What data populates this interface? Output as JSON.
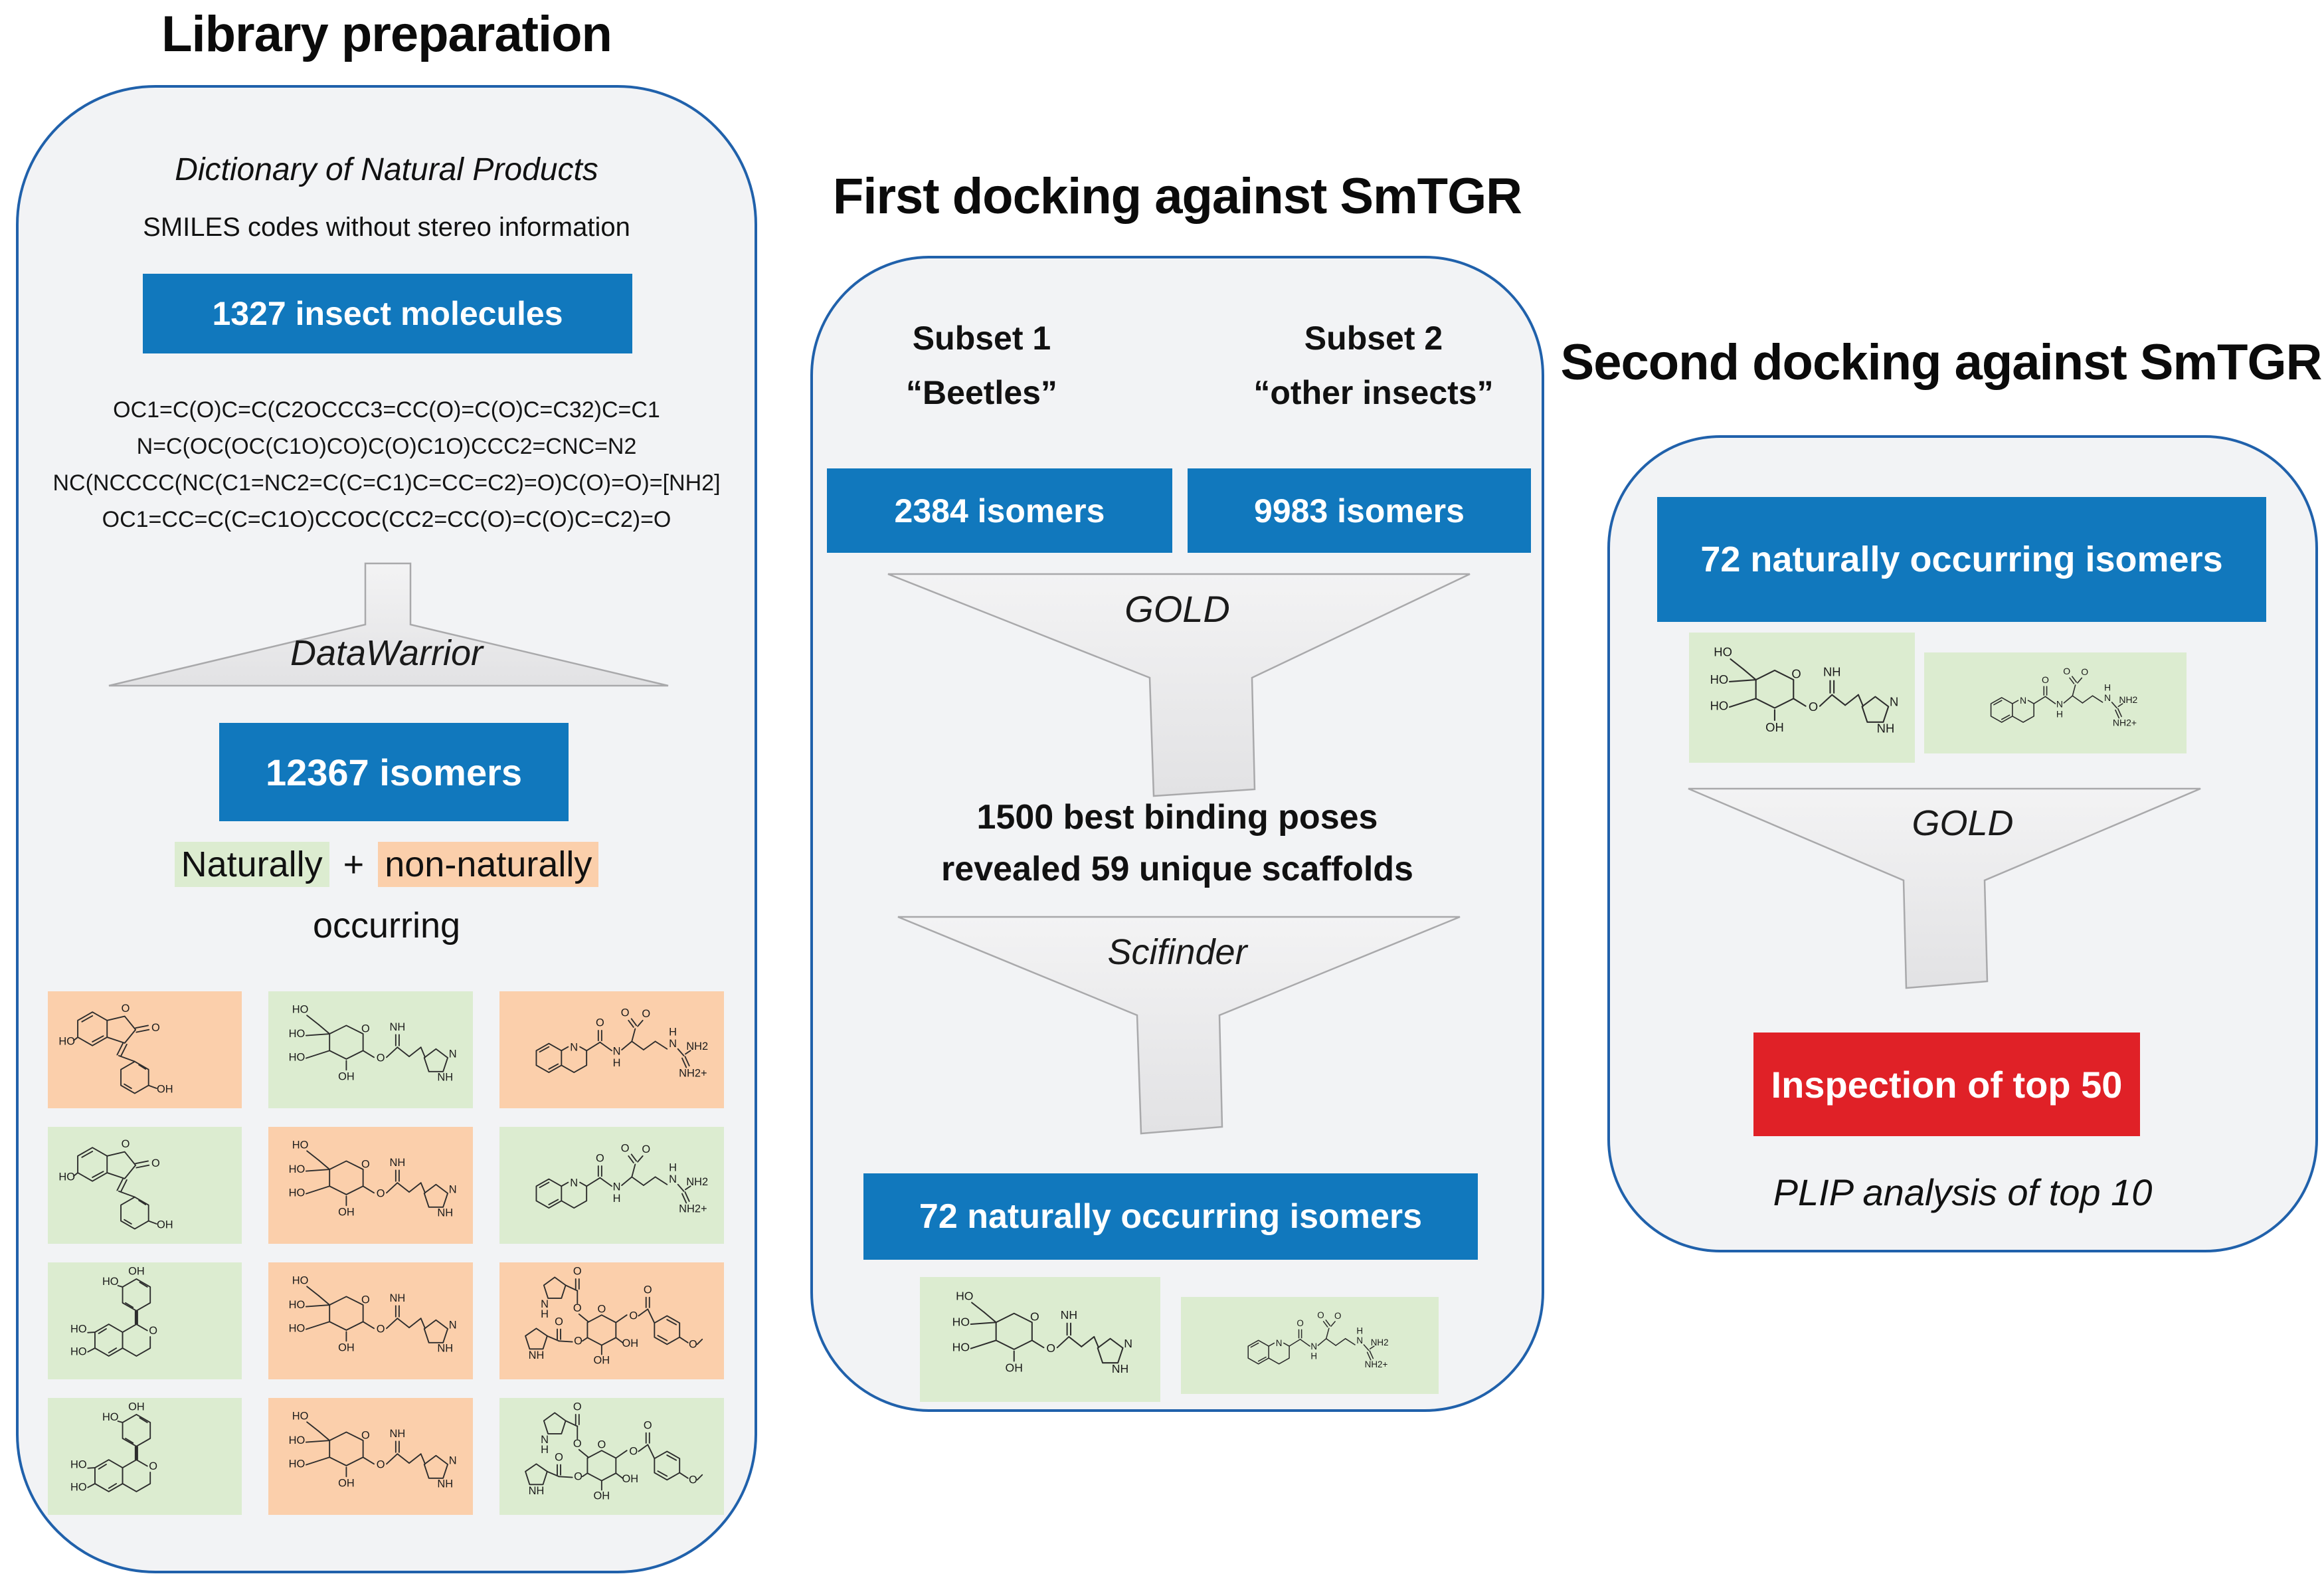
{
  "colors": {
    "accent_blue": "#1178bd",
    "panel_border": "#2061ab",
    "panel_background": "#f2f3f5",
    "alert_red": "#e02127",
    "natural_green": "#dcecd0",
    "non_natural_orange": "#fbcfab",
    "funnel_gray": "#ececec"
  },
  "left": {
    "title": "Library preparation",
    "db_name": "Dictionary of Natural Products",
    "db_note": "SMILES codes without stereo information",
    "count_box": "1327 insect molecules",
    "smiles": [
      "OC1=C(O)C=C(C2OCCC3=CC(O)=C(O)C=C32)C=C1",
      "N=C(OC(OC(C1O)CO)C(O)C1O)CCC2=CNC=N2",
      "NC(NCCCC(NC(C1=NC2=C(C=C1)C=CC=C2)=O)C(O)=O)=[NH2]",
      "OC1=CC=C(C=C1O)CCOC(CC2=CC(O)=C(O)C=C2)=O"
    ],
    "tool": "DataWarrior",
    "isomers_box": "12367 isomers",
    "legend_natural": "Naturally",
    "legend_plus": "+",
    "legend_non_natural": "non-naturally",
    "legend_line2": "occurring",
    "grid": [
      {
        "cls": "mol-cell orange",
        "icon": "#mol-aurone"
      },
      {
        "cls": "mol-cell green",
        "icon": "#mol-sugar"
      },
      {
        "cls": "mol-cell orange",
        "icon": "#mol-quino"
      },
      {
        "cls": "mol-cell green",
        "icon": "#mol-aurone"
      },
      {
        "cls": "mol-cell orange",
        "icon": "#mol-sugar"
      },
      {
        "cls": "mol-cell green",
        "icon": "#mol-quino"
      },
      {
        "cls": "mol-cell green",
        "icon": "#mol-flavan"
      },
      {
        "cls": "mol-cell orange",
        "icon": "#mol-sugar"
      },
      {
        "cls": "mol-cell orange",
        "icon": "#mol-pyrrole"
      },
      {
        "cls": "mol-cell green",
        "icon": "#mol-flavan"
      },
      {
        "cls": "mol-cell orange",
        "icon": "#mol-sugar"
      },
      {
        "cls": "mol-cell green",
        "icon": "#mol-pyrrole"
      }
    ]
  },
  "middle": {
    "title": "First docking against SmTGR",
    "subset1_title": "Subset 1",
    "subset1_name": "“Beetles”",
    "subset2_title": "Subset 2",
    "subset2_name": "“other insects”",
    "subset1_box": "2384 isomers",
    "subset2_box": "9983 isomers",
    "tool1": "GOLD",
    "result_line1": "1500 best binding poses",
    "result_line2": "revealed 59 unique scaffolds",
    "tool2": "Scifinder",
    "result_box": "72 naturally occurring isomers",
    "molecules": [
      {
        "cls": "mol-abs green",
        "icon": "#mol-sugar"
      },
      {
        "cls": "mol-abs green",
        "icon": "#mol-quino"
      }
    ]
  },
  "right": {
    "title": "Second docking against SmTGR",
    "input_box": "72 naturally occurring isomers",
    "molecules": [
      {
        "cls": "mol-abs green",
        "icon": "#mol-sugar"
      },
      {
        "cls": "mol-abs green",
        "icon": "#mol-quino"
      }
    ],
    "tool": "GOLD",
    "inspection_box": "Inspection of top 50",
    "footer": "PLIP analysis of top 10"
  }
}
